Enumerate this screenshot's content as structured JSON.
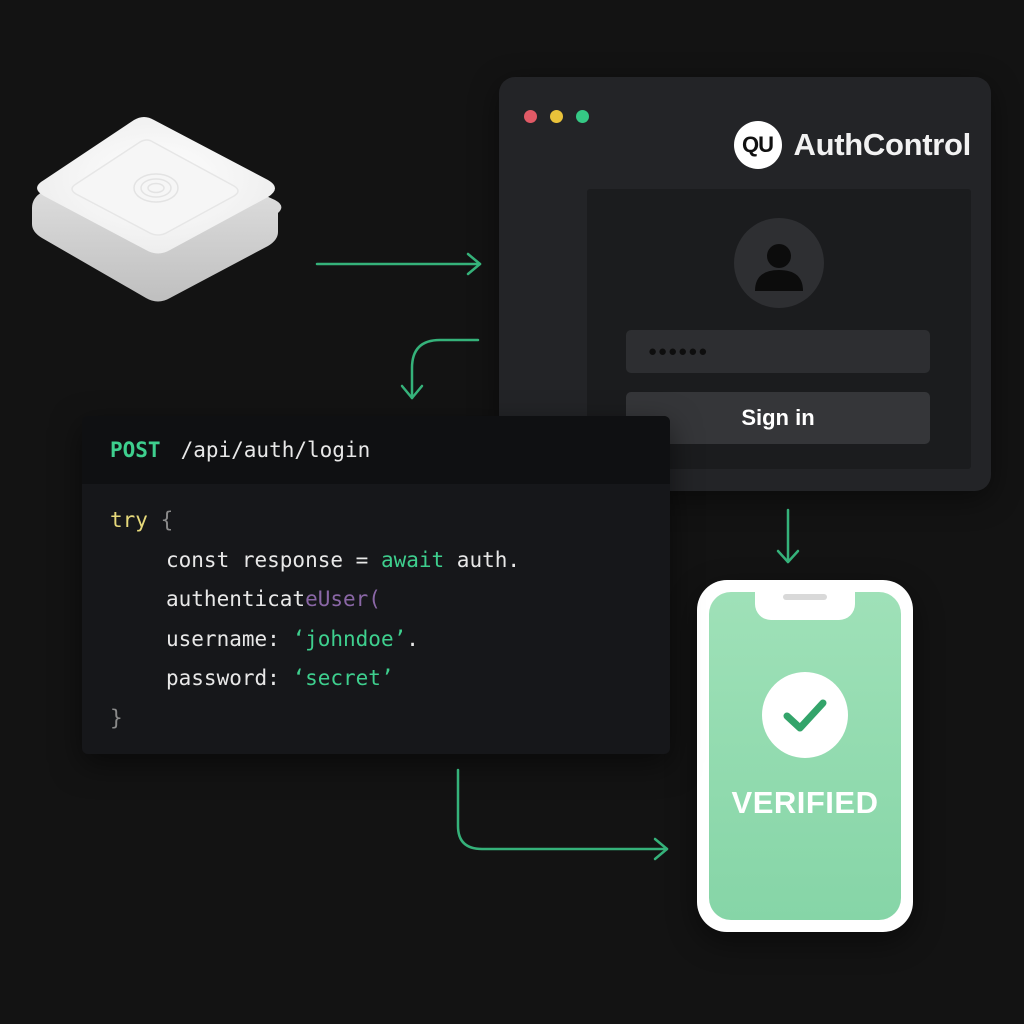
{
  "colors": {
    "background": "#131313",
    "accent": "#3ecf8e",
    "arrow": "#35b27a",
    "verified_screen": "#92dbb0"
  },
  "icons": {
    "device": "fingerprint-key-icon",
    "avatar": "user-icon",
    "check": "checkmark-icon"
  },
  "browser": {
    "brand_logo": "QU",
    "brand_name": "AuthControl",
    "password_mask": "●●●●●●",
    "sign_in_label": "Sign in"
  },
  "code": {
    "method": "POST",
    "endpoint": "/api/auth/login",
    "try_keyword": "try",
    "open_brace": "{",
    "const_text": "const response = ",
    "await_keyword": "await",
    "auth_text": " auth.",
    "fn_part1": "authenticat",
    "fn_part2": "eUser",
    "fn_paren": "(",
    "username_key": "username: ",
    "username_value": "‘johndoe’",
    "username_tail": ".",
    "password_key": "password: ",
    "password_value": "‘secret’",
    "close_brace": "}"
  },
  "phone": {
    "status": "VERIFIED"
  }
}
